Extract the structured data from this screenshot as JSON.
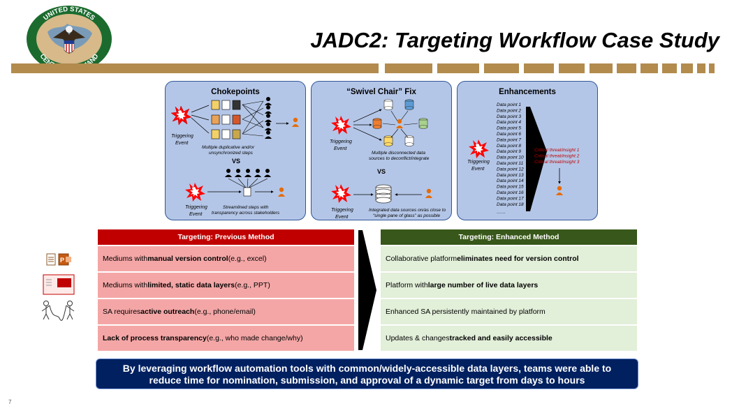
{
  "header": {
    "title": "JADC2:  Targeting Workflow Case Study",
    "seal_text_top": "UNITED STATES",
    "seal_text_bottom": "CENTRAL COMMAND"
  },
  "panels": {
    "chokepoints": {
      "title": "Chokepoints",
      "trigger_line1": "Triggering",
      "trigger_line2": "Event",
      "caption1": "Multiple duplicative and/or",
      "caption2": "unsynchronized steps",
      "vs": "VS",
      "trigger2_line1": "Triggering",
      "trigger2_line2": "Event",
      "caption3": "Streamlined steps with",
      "caption4": "transparency across stakeholders"
    },
    "swivel": {
      "title": "“Swivel Chair” Fix",
      "trigger_line1": "Triggering",
      "trigger_line2": "Event",
      "caption1": "Multiple disconnected data",
      "caption2": "sources to deconflict/integrate",
      "vs": "VS",
      "trigger2_line1": "Triggering",
      "trigger2_line2": "Event",
      "caption3": "Integrated data sources on/as close to",
      "caption4": "“single pane of glass” as possible"
    },
    "enhancements": {
      "title": "Enhancements",
      "trigger_line1": "Triggering",
      "trigger_line2": "Event",
      "data_points": [
        "Data point 1",
        "Data point 2",
        "Data point 3",
        "Data point 4",
        "Data point 5",
        "Data point 6",
        "Data point 7",
        "Data point 8",
        "Data point 9",
        "Data point 10",
        "Data point 11",
        "Data point 12",
        "Data point 13",
        "Data point 14",
        "Data point 15",
        "Data point 16",
        "Data point 17",
        "Data point 18"
      ],
      "ellipsis": "……",
      "insights": [
        "Critical threat/insight 1",
        "Critical threat/insight 2",
        "Critical threat/insight 3"
      ]
    }
  },
  "previous": {
    "header": "Targeting: Previous Method",
    "rows": [
      {
        "pre": "Mediums with ",
        "bold": "manual version control",
        "post": " (e.g., excel)"
      },
      {
        "pre": "Mediums with ",
        "bold": "limited, static data layers",
        "post": " (e.g., PPT)"
      },
      {
        "pre": "SA requires ",
        "bold": "active outreach",
        "post": " (e.g., phone/email)"
      },
      {
        "pre": "",
        "bold": "Lack of process transparency",
        "post": " (e.g., who made change/why)"
      }
    ]
  },
  "enhanced": {
    "header": "Targeting: Enhanced Method",
    "rows": [
      {
        "pre": "Collaborative platform ",
        "bold": "eliminates need for version control",
        "post": ""
      },
      {
        "pre": "Platform with ",
        "bold": "large number of live data layers",
        "post": ""
      },
      {
        "pre": "Enhanced SA persistently maintained by platform",
        "bold": "",
        "post": ""
      },
      {
        "pre": "Updates & changes ",
        "bold": "tracked and easily accessible",
        "post": ""
      }
    ]
  },
  "banner": {
    "line1": "By leveraging workflow automation tools with common/widely-accessible data layers, teams were able to",
    "line2": "reduce time for nomination, submission, and approval of a dynamic target from days to hours"
  },
  "page_number": "7",
  "colors": {
    "gold": "#b28b4d",
    "panel_bg": "#b4c6e7",
    "prev_header": "#c00000",
    "prev_row": "#f4a6a6",
    "enh_header": "#38571a",
    "enh_row": "#e2efd9",
    "banner": "#002060",
    "insight_red": "#c00000",
    "person_orange": "#e46c0a"
  }
}
